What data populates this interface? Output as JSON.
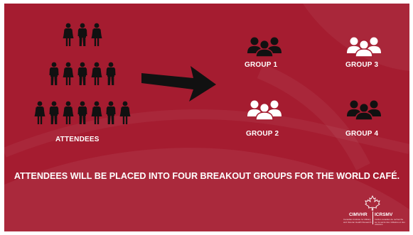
{
  "slide": {
    "attendees_label": "ATTENDEES",
    "groups": [
      {
        "label": "GROUP 1",
        "icon": "group-icon-black"
      },
      {
        "label": "GROUP 3",
        "icon": "group-icon-white"
      },
      {
        "label": "GROUP 2",
        "icon": "group-icon-white"
      },
      {
        "label": "GROUP 4",
        "icon": "group-icon-black"
      }
    ],
    "headline": "ATTENDEES WILL BE PLACED INTO FOUR BREAKOUT GROUPS FOR THE WORLD CAFÉ.",
    "logo": {
      "left_name": "CIMVHR",
      "right_name": "ICRSMV",
      "left_small": "Canadian Institute for Military and Veteran Health Research",
      "right_small": "Institut canadien de recherche sur la santé des militaires et des vétérans"
    }
  },
  "colors": {
    "background": "#a51c30",
    "text": "#ffffff",
    "black_icons": "#111111",
    "white_icons": "#ffffff"
  }
}
